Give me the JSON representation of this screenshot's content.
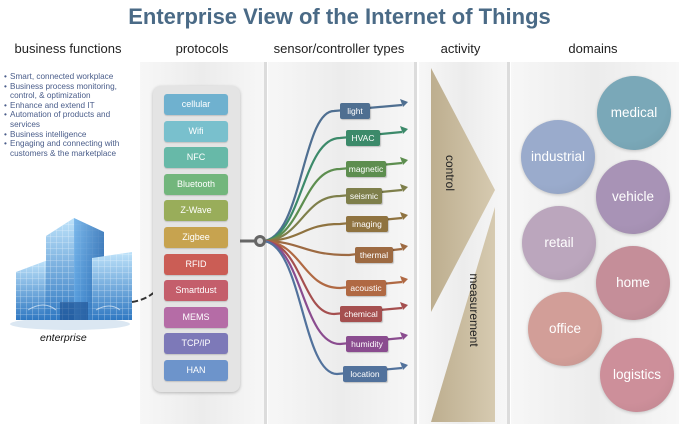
{
  "title": "Enterprise View of the Internet of Things",
  "columns": {
    "business_functions": "business functions",
    "protocols": "protocols",
    "sensor_types": "sensor/controller types",
    "activity": "activity",
    "domains": "domains"
  },
  "business_functions": [
    "Smart, connected workplace",
    "Business process monitoring, control, & optimization",
    "Enhance and extend IT",
    "Automation of products and services",
    "Business intelligence",
    "Engaging and connecting with customers & the marketplace"
  ],
  "enterprise_label": "enterprise",
  "protocols": [
    "cellular",
    "Wifi",
    "NFC",
    "Bluetooth",
    "Z-Wave",
    "Zigbee",
    "RFID",
    "Smartdust",
    "MEMS",
    "TCP/IP",
    "HAN"
  ],
  "sensor_types": [
    "light",
    "HVAC",
    "magnetic",
    "seismic",
    "imaging",
    "thermal",
    "acoustic",
    "chemical",
    "humidity",
    "location"
  ],
  "activity": {
    "top": "control",
    "bottom": "measurement"
  },
  "domains": [
    "medical",
    "industrial",
    "vehicle",
    "retail",
    "home",
    "office",
    "logistics"
  ],
  "colors": {
    "title": "#4a6a86",
    "business_text": "#4a5d8a",
    "protocols": [
      "#6fb1cf",
      "#79c0cd",
      "#67b9a8",
      "#72b67c",
      "#99ad5a",
      "#c7a34f",
      "#cb5d55",
      "#c45e6b",
      "#b56ca6",
      "#7d79b8",
      "#6d94cb"
    ],
    "sensors": [
      "#4f6f91",
      "#3c8a6a",
      "#5d8e4f",
      "#7e7f4b",
      "#8f7340",
      "#9d6a42",
      "#b06943",
      "#a54f4f",
      "#8a4c8f",
      "#52729c"
    ],
    "activity_triangle": "#c9bb9e",
    "domains": [
      "#7aa8b8",
      "#9aabcc",
      "#a893b6",
      "#bba6bd",
      "#c58e99",
      "#d29e98",
      "#cd8f9a"
    ]
  }
}
